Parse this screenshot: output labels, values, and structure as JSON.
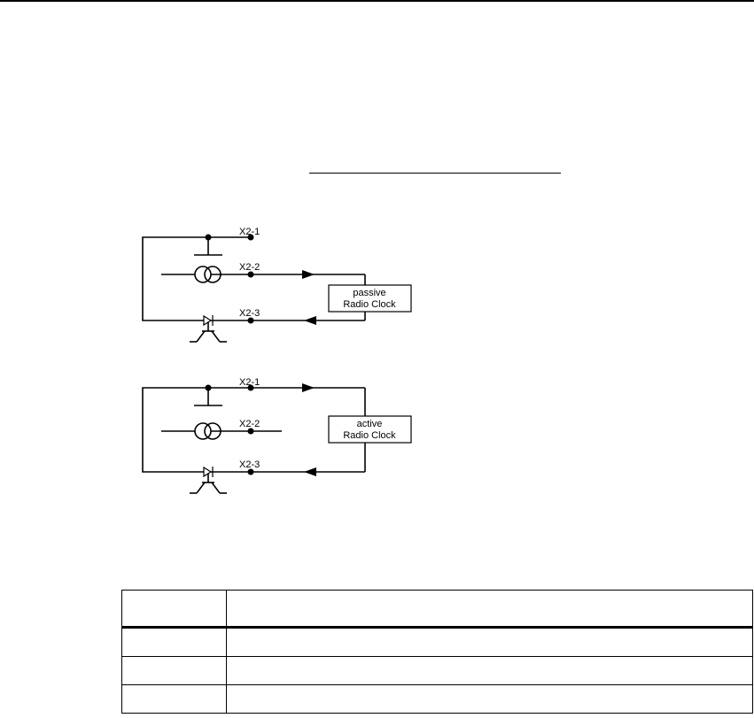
{
  "diagrams": [
    {
      "terminals": [
        "X2-1",
        "X2-2",
        "X2-3"
      ],
      "box_lines": [
        "passive",
        "Radio Clock"
      ]
    },
    {
      "terminals": [
        "X2-1",
        "X2-2",
        "X2-3"
      ],
      "box_lines": [
        "active",
        "Radio Clock"
      ]
    }
  ],
  "table": {
    "headers": [
      "",
      ""
    ],
    "rows": [
      [
        "",
        ""
      ],
      [
        "",
        ""
      ],
      [
        "",
        ""
      ]
    ]
  }
}
